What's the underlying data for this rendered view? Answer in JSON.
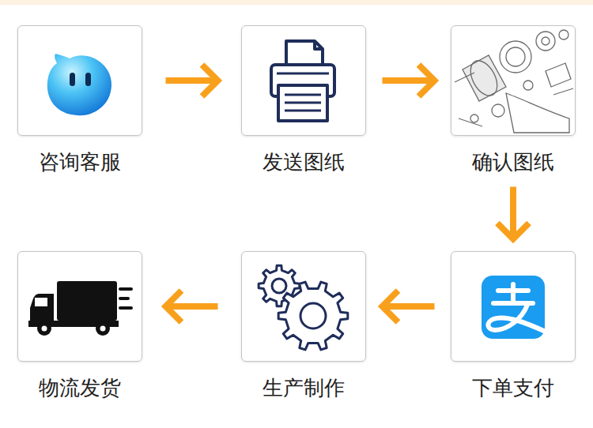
{
  "diagram": {
    "nodes": [
      {
        "text": [
          "咨询客服"
        ]
      },
      {
        "text": [
          "发送图纸"
        ]
      },
      {
        "text": [
          "确认图纸"
        ]
      },
      {
        "text": [
          "下单支付"
        ]
      },
      {
        "text": [
          "生产制作"
        ]
      },
      {
        "text": [
          "物流发货"
        ]
      }
    ],
    "edges": [
      {
        "from": 0,
        "to": 1,
        "arrow": "to"
      },
      {
        "from": 1,
        "to": 2,
        "arrow": "to"
      },
      {
        "from": 2,
        "to": 3,
        "arrow": "to"
      },
      {
        "from": 3,
        "to": 4,
        "arrow": "to"
      },
      {
        "from": 4,
        "to": 5,
        "arrow": "to"
      }
    ]
  }
}
